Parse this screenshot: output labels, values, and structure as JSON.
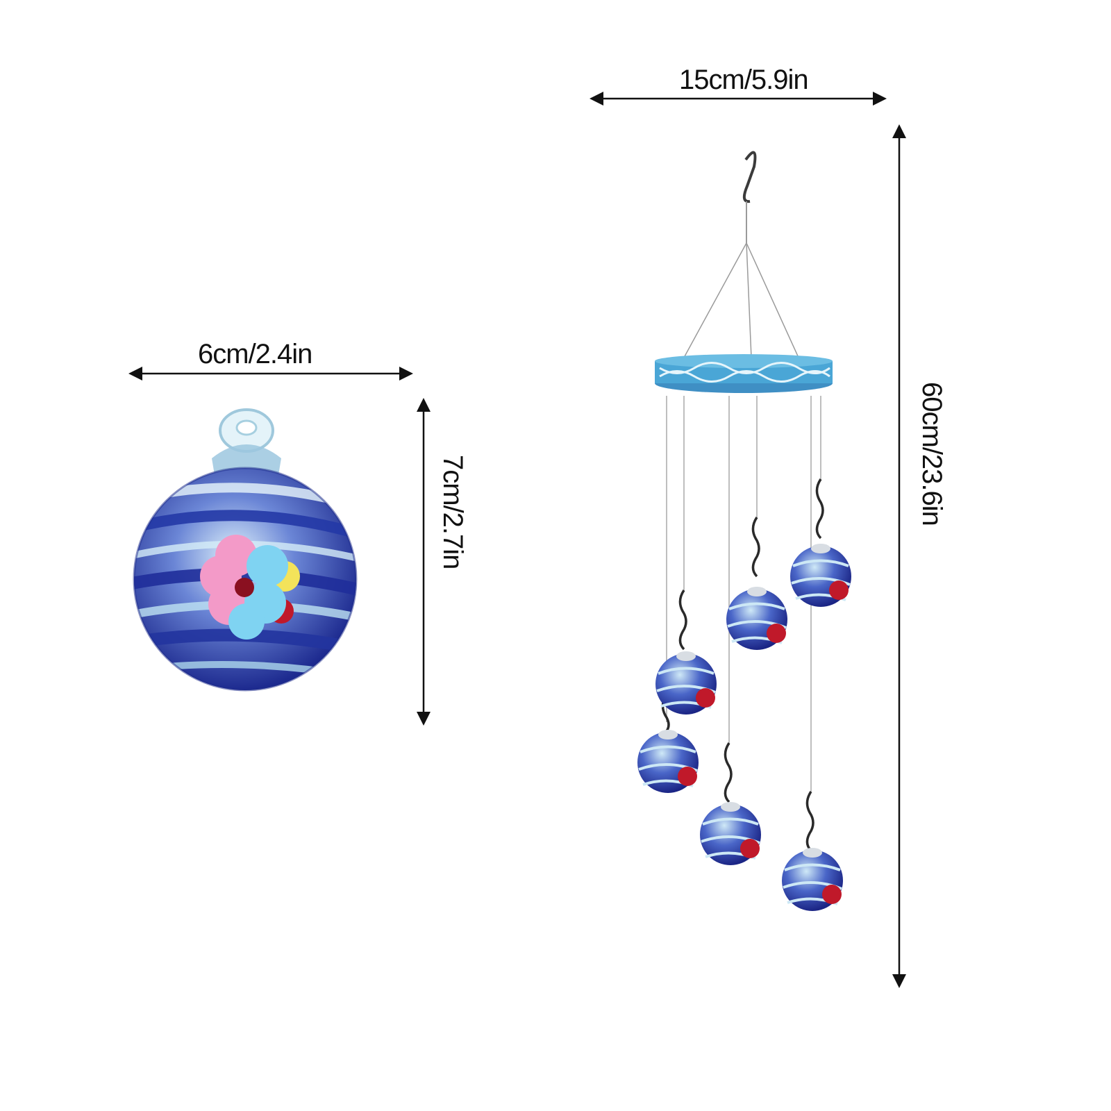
{
  "single_ball": {
    "width_label": "6cm/2.4in",
    "height_label": "7cm/2.7in"
  },
  "chime": {
    "width_label": "15cm/5.9in",
    "height_label": "60cm/23.6in"
  },
  "colors": {
    "background": "#ffffff",
    "arrow": "#111111",
    "glass_blue": "#2a3fae",
    "glass_light": "#bfe3f2",
    "ring_blue": "#4aa6d6",
    "feeder_red": "#c0192a",
    "flower_pink": "#f39ac8",
    "flower_cyan": "#7fd3f2",
    "flower_yellow": "#f3e35a"
  }
}
